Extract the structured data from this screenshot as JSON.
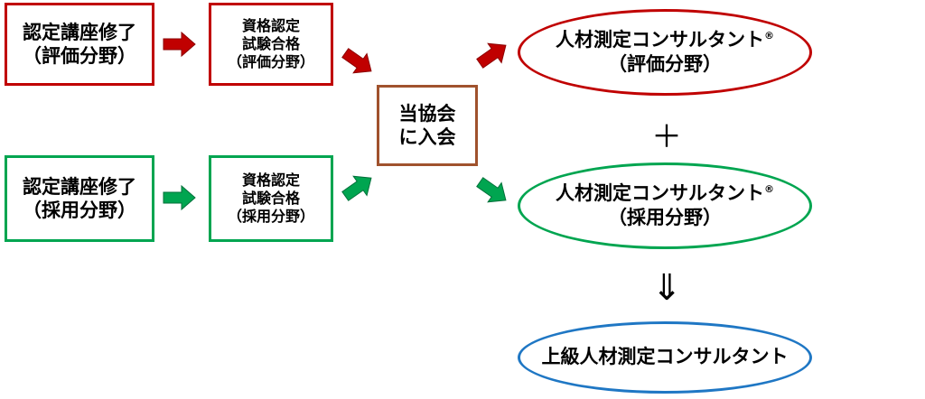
{
  "colors": {
    "evaluation": "#c00000",
    "recruitment": "#00a550",
    "association": "#a0522d",
    "senior": "#1f77c4"
  },
  "evaluation_track": {
    "course_line1": "認定講座修了",
    "course_line2": "（評価分野）",
    "exam_line1": "資格認定",
    "exam_line2": "試験合格",
    "exam_line3": "（評価分野）",
    "result_line1": "人材測定コンサルタント",
    "result_mark": "®",
    "result_line2": "（評価分野）"
  },
  "recruitment_track": {
    "course_line1": "認定講座修了",
    "course_line2": "（採用分野）",
    "exam_line1": "資格認定",
    "exam_line2": "試験合格",
    "exam_line3": "（採用分野）",
    "result_line1": "人材測定コンサルタント",
    "result_mark": "®",
    "result_line2": "（採用分野）"
  },
  "association": {
    "line1": "当協会",
    "line2": "に入会"
  },
  "plus_symbol": "＋",
  "implies_symbol": "⇓",
  "senior": {
    "label": "上級人材測定コンサルタント"
  }
}
